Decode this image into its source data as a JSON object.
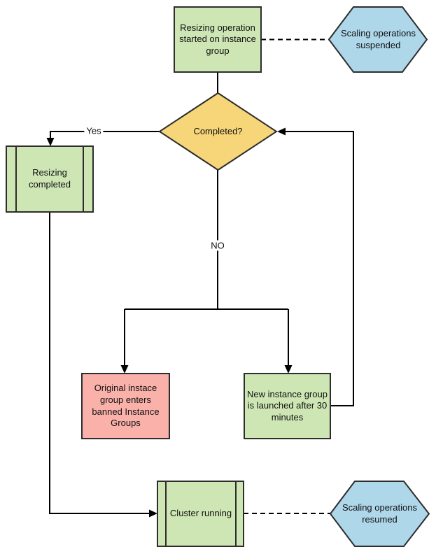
{
  "colors": {
    "process_green": "#cde6b4",
    "terminator_blue": "#aed7ea",
    "decision_yellow": "#f6d678",
    "alert_red": "#f9b1aa",
    "stroke": "#2d2d2d",
    "line": "#000000"
  },
  "nodes": {
    "resizing_started": {
      "label": "Resizing operation started on instance group"
    },
    "scaling_suspended": {
      "label": "Scaling operations suspended"
    },
    "completed_decision": {
      "label": "Completed?"
    },
    "resizing_completed": {
      "label": "Resizing completed"
    },
    "banned_groups": {
      "label": "Original instace group enters banned Instance Groups"
    },
    "new_instance_group": {
      "label": "New instance group is launched after 30 minutes"
    },
    "cluster_running": {
      "label": "Cluster running"
    },
    "scaling_resumed": {
      "label": "Scaling operations resumed"
    }
  },
  "edge_labels": {
    "yes": "Yes",
    "no": "NO"
  }
}
